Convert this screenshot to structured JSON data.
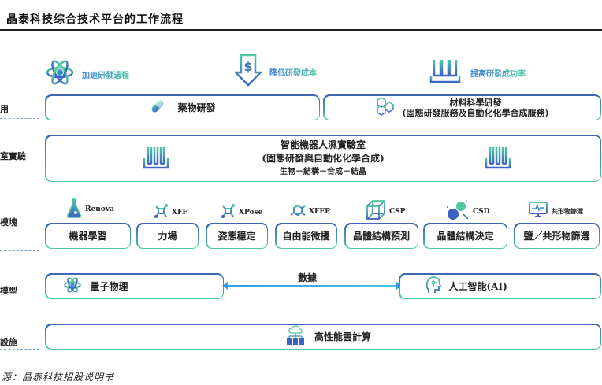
{
  "title": "晶泰科技综合技术平台的工作流程",
  "source": "源：晶泰科技招股说明书",
  "colors": {
    "gradient_top": "#3f63b5",
    "gradient_bottom": "#4fc7a3",
    "arrow": "#2e9fe0"
  },
  "goals": [
    {
      "icon": "atom-icon",
      "label": "加速研發過程"
    },
    {
      "icon": "dollar-down-arrow-icon",
      "label": "降低研發成本"
    },
    {
      "icon": "test-tubes-icon",
      "label": "提高研發成功率"
    }
  ],
  "row_labels": [
    "用",
    "室實驗",
    "模塊",
    "模型",
    "設施"
  ],
  "applications": [
    {
      "icon": "capsule-icon",
      "label": "藥物研發"
    },
    {
      "icon": "hexagons-icon",
      "line1": "材料科學研發",
      "line2": "(固態研發服務及自動化化學合成服務)"
    }
  ],
  "lab": {
    "line1": "智能機器人濕實驗室",
    "line2": "(固態研發與自動化化學合成)",
    "line3": "生物－結構－合成－結晶"
  },
  "modules": [
    {
      "icon": "flask-icon",
      "name": "Renova",
      "label": "機器學習"
    },
    {
      "icon": "molecule-icon",
      "name": "XFF",
      "label": "力場"
    },
    {
      "icon": "molecule-icon",
      "name": "XPose",
      "label": "姿態穩定"
    },
    {
      "icon": "network-icon",
      "name": "XFEP",
      "label": "自由能微擾"
    },
    {
      "icon": "cube-icon",
      "name": "CSP",
      "label": "晶體結構預測"
    },
    {
      "icon": "spheres-icon",
      "name": "CSD",
      "label": "晶體結構決定"
    },
    {
      "icon": "monitor-icon",
      "name": "共形物篩選",
      "label": "鹽／共形物篩選"
    }
  ],
  "models": {
    "left": {
      "icon": "atom-icon",
      "label": "量子物理"
    },
    "connector": "數據",
    "right": {
      "icon": "ai-head-icon",
      "label": "人工智能(AI)"
    }
  },
  "infrastructure": {
    "icon": "cloud-server-icon",
    "label": "高性能雲計算"
  }
}
